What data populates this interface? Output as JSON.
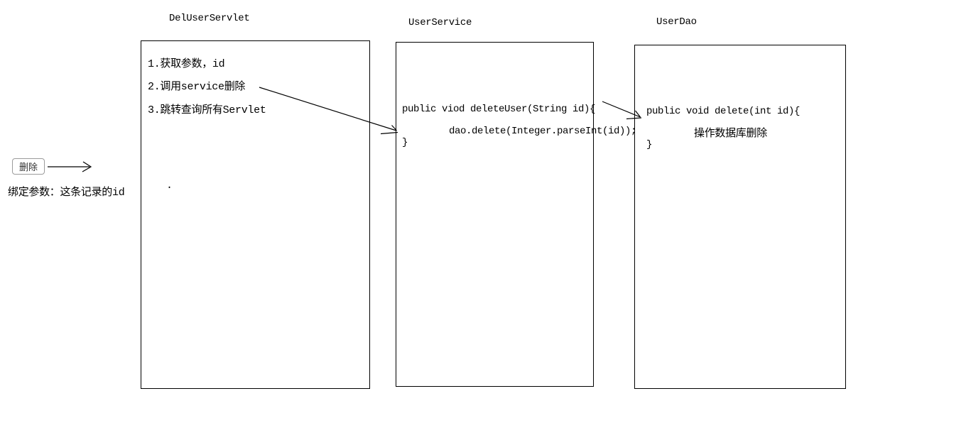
{
  "palette": {
    "line": "#000000",
    "background": "#ffffff",
    "button_border": "#9b9b9b",
    "button_text": "#333333"
  },
  "trigger": {
    "button_label": "删除",
    "caption": "绑定参数：这条记录的id"
  },
  "servlet": {
    "title": "DelUserServlet",
    "steps": [
      "1.获取参数，id",
      "2.调用service删除",
      "3.跳转查询所有Servlet"
    ],
    "stray_dot": "."
  },
  "service": {
    "title": "UserService",
    "code_line1": "public viod deleteUser(String id){",
    "code_line2": "dao.delete(Integer.parseInt(id));",
    "code_line3": "}"
  },
  "dao": {
    "title": "UserDao",
    "code_line1": "public void delete(int id){",
    "note": "操作数据库删除",
    "code_line3": "}"
  }
}
